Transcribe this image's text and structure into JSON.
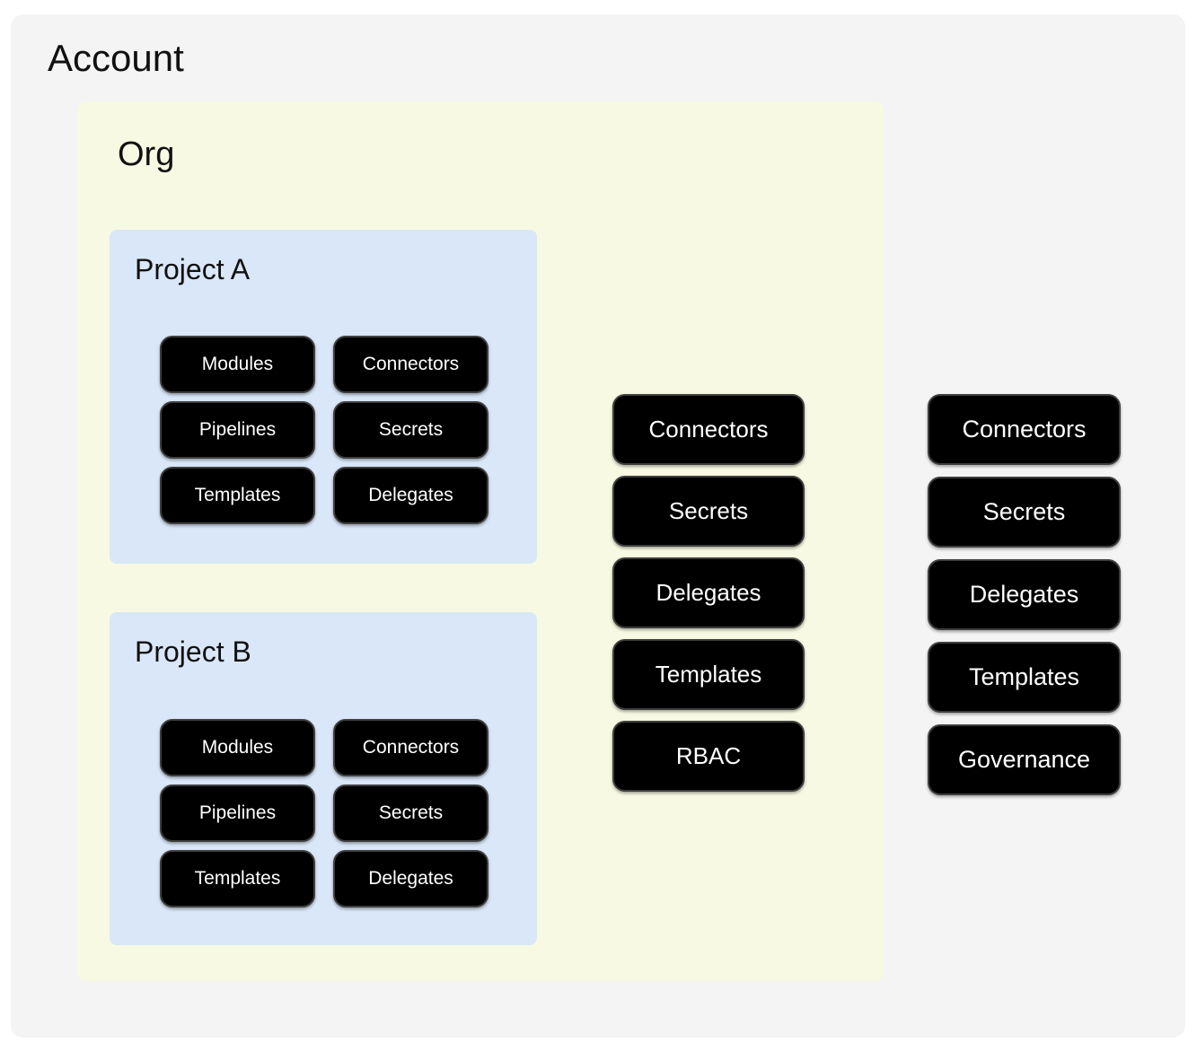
{
  "account": {
    "title": "Account",
    "chips": [
      "Connectors",
      "Secrets",
      "Delegates",
      "Templates",
      "Governance"
    ]
  },
  "org": {
    "title": "Org",
    "chips": [
      "Connectors",
      "Secrets",
      "Delegates",
      "Templates",
      "RBAC"
    ]
  },
  "projects": [
    {
      "title": "Project A",
      "chips": [
        "Modules",
        "Connectors",
        "Pipelines",
        "Secrets",
        "Templates",
        "Delegates"
      ]
    },
    {
      "title": "Project B",
      "chips": [
        "Modules",
        "Connectors",
        "Pipelines",
        "Secrets",
        "Templates",
        "Delegates"
      ]
    }
  ],
  "colors": {
    "page_bg": "#ffffff",
    "account_bg": "#f4f4f4",
    "org_bg": "#f7f9e2",
    "project_bg": "#d9e7f8",
    "chip_bg": "#000000",
    "chip_border": "#3e3e3e",
    "chip_text": "#ffffff",
    "title_text": "#111111"
  }
}
